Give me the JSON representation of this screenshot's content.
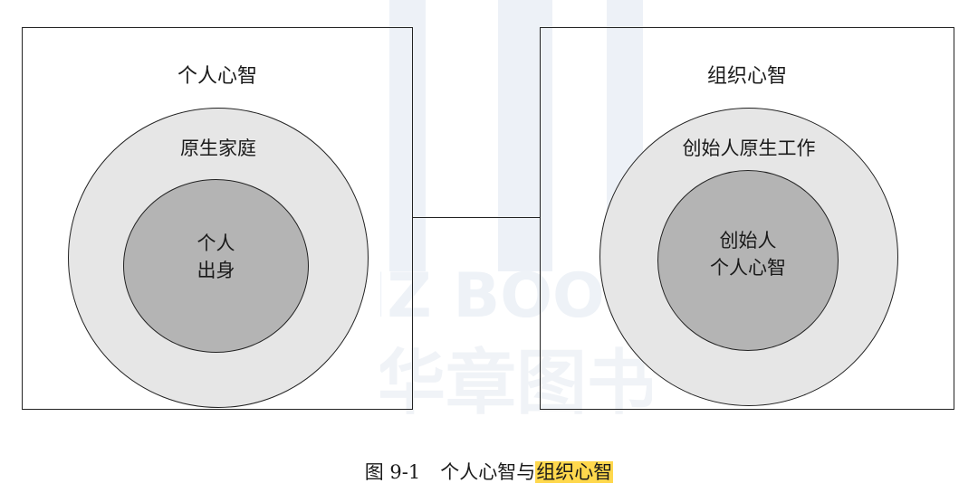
{
  "left_panel": {
    "title": "个人心智",
    "ring_label": "原生家庭",
    "core_lines": [
      "个人",
      "出身"
    ]
  },
  "right_panel": {
    "title": "组织心智",
    "ring_label": "创始人原生工作",
    "core_lines": [
      "创始人",
      "个人心智"
    ]
  },
  "caption": {
    "figure_number": "图 9-1",
    "text_plain": "个人心智与",
    "text_highlighted": "组织心智"
  },
  "watermark": {
    "latin": "HZ BOOKS",
    "chinese": "华章图书"
  },
  "colors": {
    "outer_fill": "#e6e6e6",
    "inner_fill": "#b4b4b4",
    "highlight": "#ffd84d",
    "watermark": "#e9eef5"
  }
}
